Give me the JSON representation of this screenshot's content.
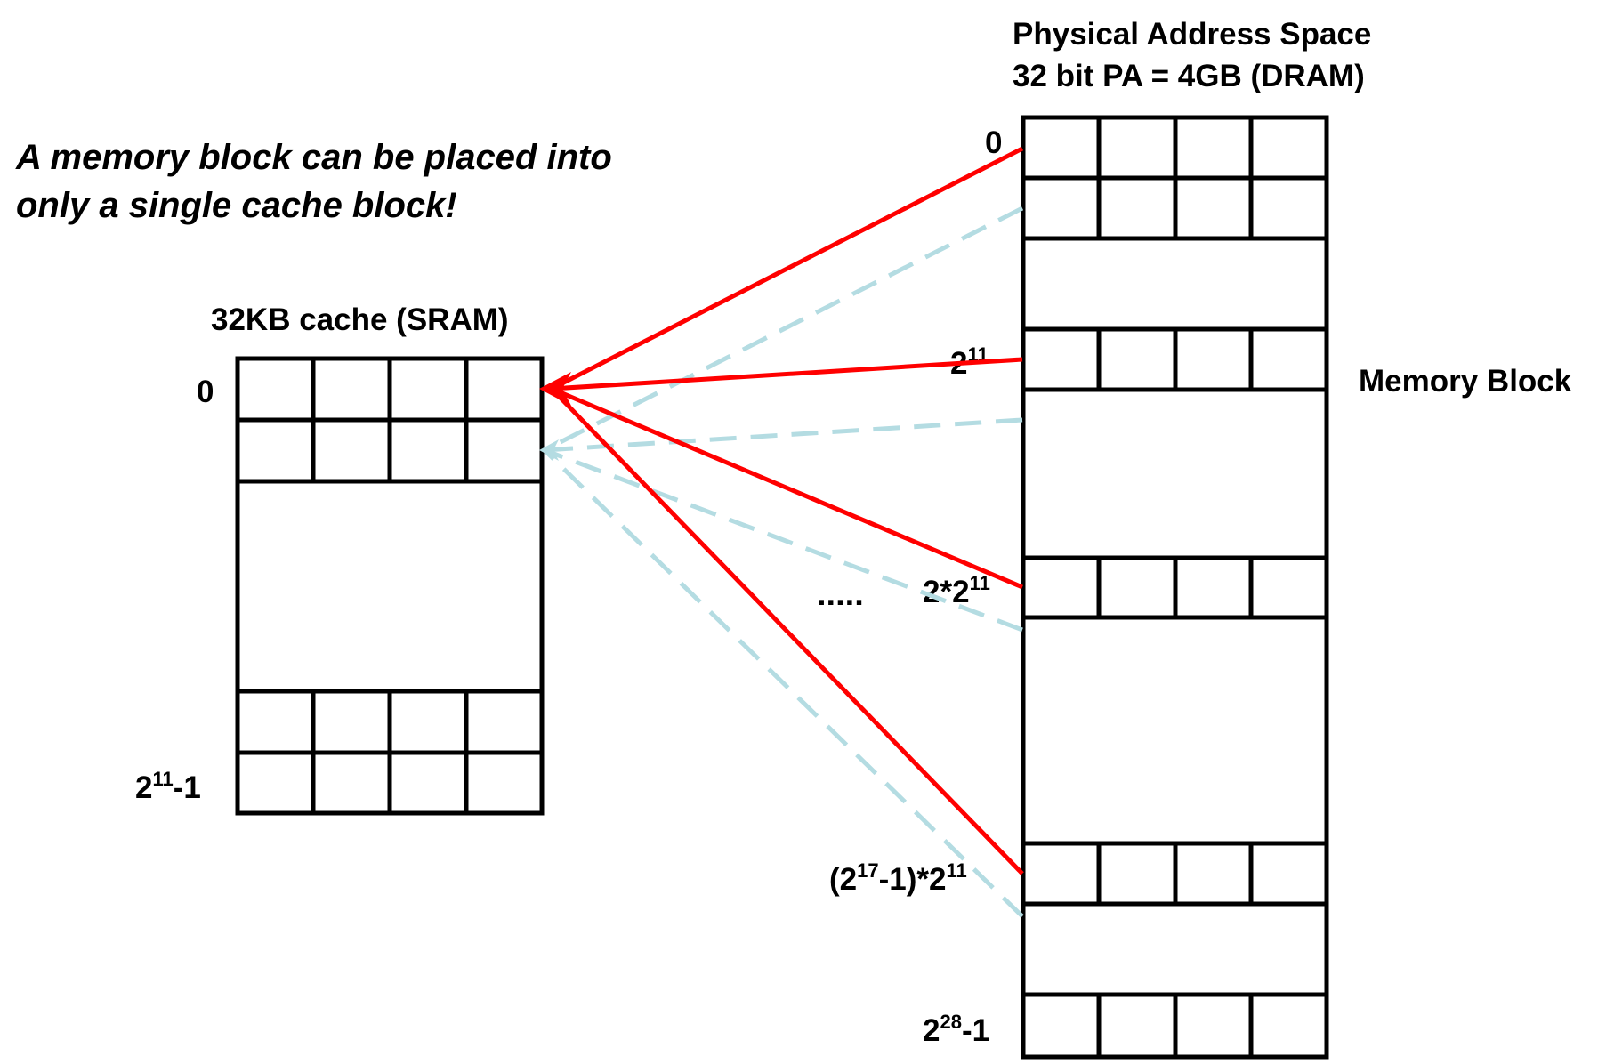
{
  "headline": {
    "line1": "A memory block can be placed into",
    "line2": "only a single cache block!"
  },
  "cache": {
    "title": "32KB cache (SRAM)",
    "first_index": "0",
    "last_index_base": "2",
    "last_index_exp": "11",
    "last_index_suffix": "-1"
  },
  "memory": {
    "title_line1": "Physical Address Space",
    "title_line2": "32 bit PA = 4GB (DRAM)",
    "block_caption": "Memory Block",
    "ellipsis": ".....",
    "labels": {
      "zero": "0",
      "a_base": "2",
      "a_exp": "11",
      "b_prefix": "2*2",
      "b_exp": "11",
      "c_open": "(2",
      "c_exp1": "17",
      "c_mid": "-1)*2",
      "c_exp2": "11",
      "d_base": "2",
      "d_exp": "28",
      "d_suffix": "-1"
    }
  },
  "colors": {
    "outline": "#000000",
    "mapping_arrow": "#ff0000",
    "other_mapping_arrow": "#b4dce2"
  }
}
